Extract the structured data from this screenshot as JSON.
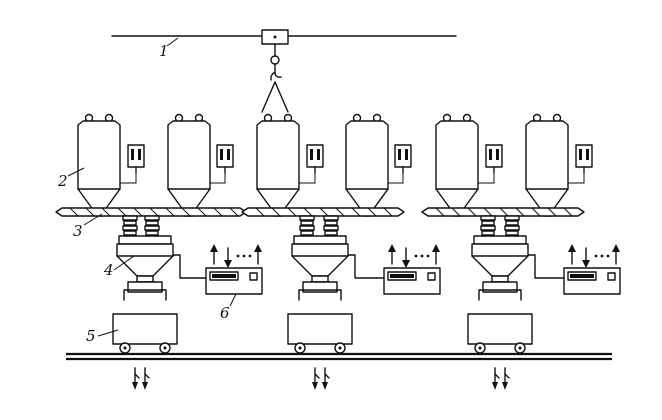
{
  "labels": {
    "crane_rail": "1",
    "container": "2",
    "screw_conveyor": "3",
    "weighing_hopper": "4",
    "transport_cart": "5",
    "control_unit": "6"
  },
  "station_count": 3,
  "containers_per_station": 2
}
